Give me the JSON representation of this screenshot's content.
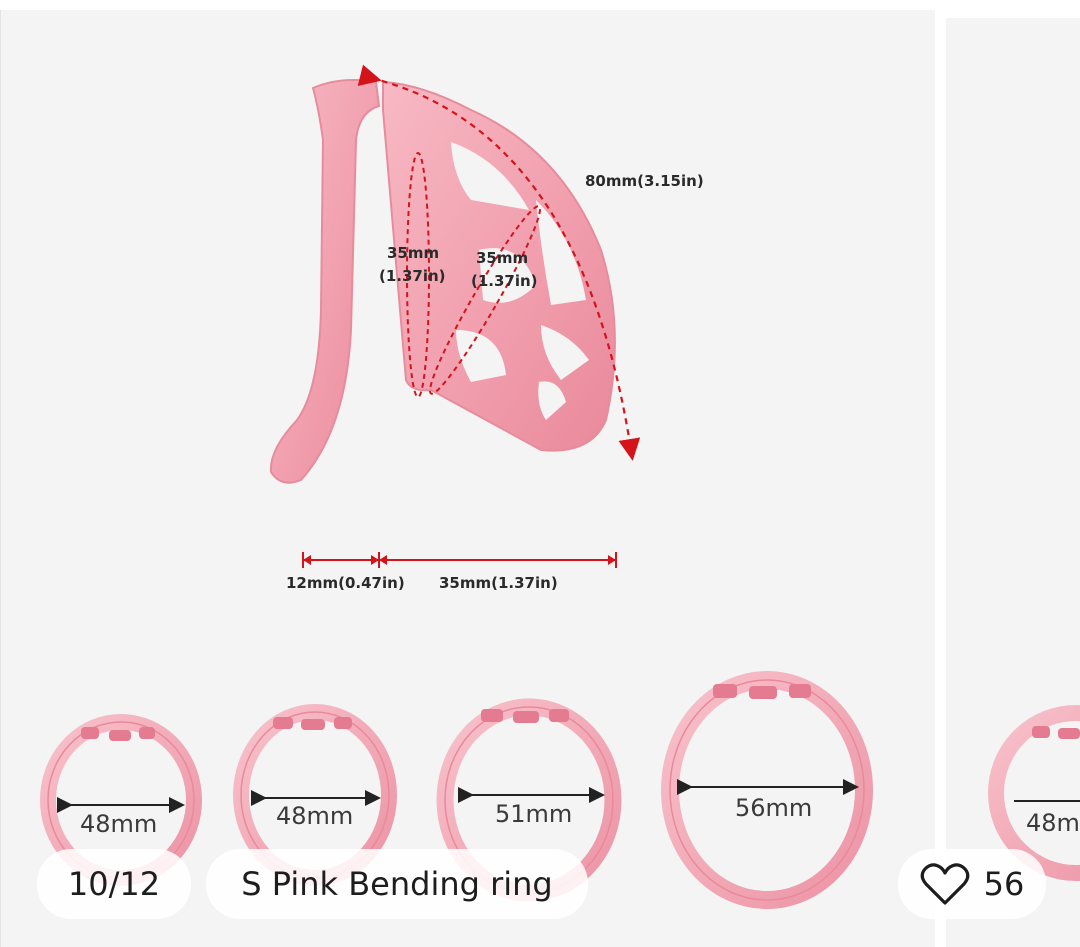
{
  "gallery": {
    "counter": "10/12",
    "caption": "S Pink Bending ring",
    "likes": "56",
    "icons": {
      "like": "heart-outline-icon"
    }
  },
  "diagram": {
    "length_curve": "80mm(3.15in)",
    "opening_vertical_mm": "35mm",
    "opening_vertical_in": "(1.37in)",
    "opening_diagonal_mm": "35mm",
    "opening_diagonal_in": "(1.37in)",
    "gap_width": "12mm(0.47in)",
    "cage_depth": "35mm(1.37in)",
    "accent_color": "#d4141a",
    "product_color": "#f3a3b1"
  },
  "rings": [
    {
      "size": "48mm"
    },
    {
      "size": "48mm"
    },
    {
      "size": "51mm"
    },
    {
      "size": "56mm"
    }
  ],
  "next_slide": {
    "ring_size": "48m"
  }
}
